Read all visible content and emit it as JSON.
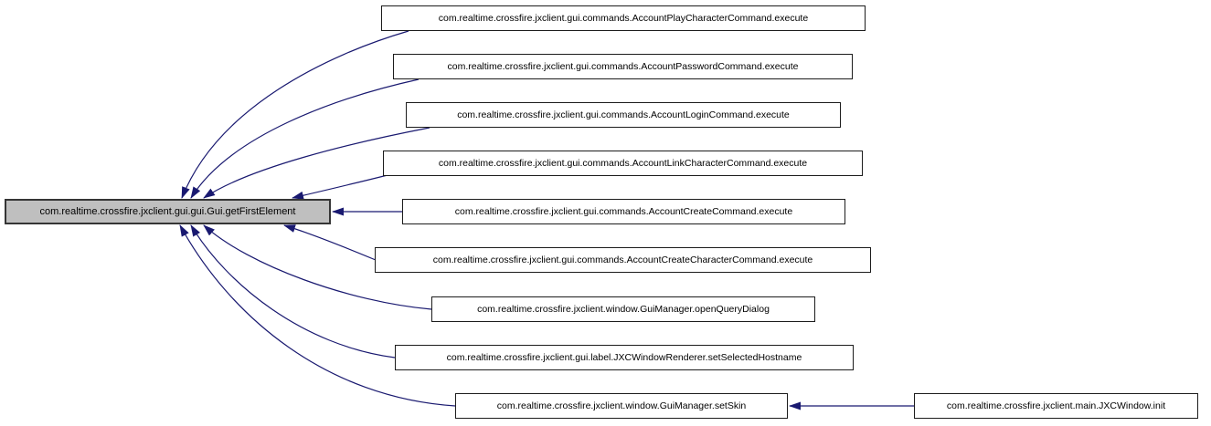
{
  "graph": {
    "type": "caller-graph",
    "main_node": {
      "id": "gui-get-first-element",
      "label": "com.realtime.crossfire.jxclient.gui.gui.Gui.getFirstElement"
    },
    "callers": [
      {
        "id": "account-play-character-command-execute",
        "label": "com.realtime.crossfire.jxclient.gui.commands.AccountPlayCharacterCommand.execute"
      },
      {
        "id": "account-password-command-execute",
        "label": "com.realtime.crossfire.jxclient.gui.commands.AccountPasswordCommand.execute"
      },
      {
        "id": "account-login-command-execute",
        "label": "com.realtime.crossfire.jxclient.gui.commands.AccountLoginCommand.execute"
      },
      {
        "id": "account-link-character-command-execute",
        "label": "com.realtime.crossfire.jxclient.gui.commands.AccountLinkCharacterCommand.execute"
      },
      {
        "id": "account-create-command-execute",
        "label": "com.realtime.crossfire.jxclient.gui.commands.AccountCreateCommand.execute"
      },
      {
        "id": "account-create-character-command-execute",
        "label": "com.realtime.crossfire.jxclient.gui.commands.AccountCreateCharacterCommand.execute"
      },
      {
        "id": "gui-manager-open-query-dialog",
        "label": "com.realtime.crossfire.jxclient.window.GuiManager.openQueryDialog"
      },
      {
        "id": "jxc-window-renderer-set-selected-hostname",
        "label": "com.realtime.crossfire.jxclient.gui.label.JXCWindowRenderer.setSelectedHostname"
      },
      {
        "id": "gui-manager-set-skin",
        "label": "com.realtime.crossfire.jxclient.window.GuiManager.setSkin"
      }
    ],
    "indirect_caller": {
      "id": "jxc-window-init",
      "label": "com.realtime.crossfire.jxclient.main.JXCWindow.init",
      "calls": "com.realtime.crossfire.jxclient.window.GuiManager.setSkin"
    },
    "edges": [
      {
        "from": "account-play-character-command-execute",
        "to": "gui-get-first-element"
      },
      {
        "from": "account-password-command-execute",
        "to": "gui-get-first-element"
      },
      {
        "from": "account-login-command-execute",
        "to": "gui-get-first-element"
      },
      {
        "from": "account-link-character-command-execute",
        "to": "gui-get-first-element"
      },
      {
        "from": "account-create-command-execute",
        "to": "gui-get-first-element"
      },
      {
        "from": "account-create-character-command-execute",
        "to": "gui-get-first-element"
      },
      {
        "from": "gui-manager-open-query-dialog",
        "to": "gui-get-first-element"
      },
      {
        "from": "jxc-window-renderer-set-selected-hostname",
        "to": "gui-get-first-element"
      },
      {
        "from": "gui-manager-set-skin",
        "to": "gui-get-first-element"
      },
      {
        "from": "jxc-window-init",
        "to": "gui-manager-set-skin"
      }
    ],
    "colors": {
      "edge": "#191970",
      "main_fill": "#bfbfbf",
      "main_border": "#353535",
      "node_fill": "#ffffff",
      "node_border": "#1c1c1c",
      "bg": "#ffffff",
      "text": "#000000"
    }
  }
}
